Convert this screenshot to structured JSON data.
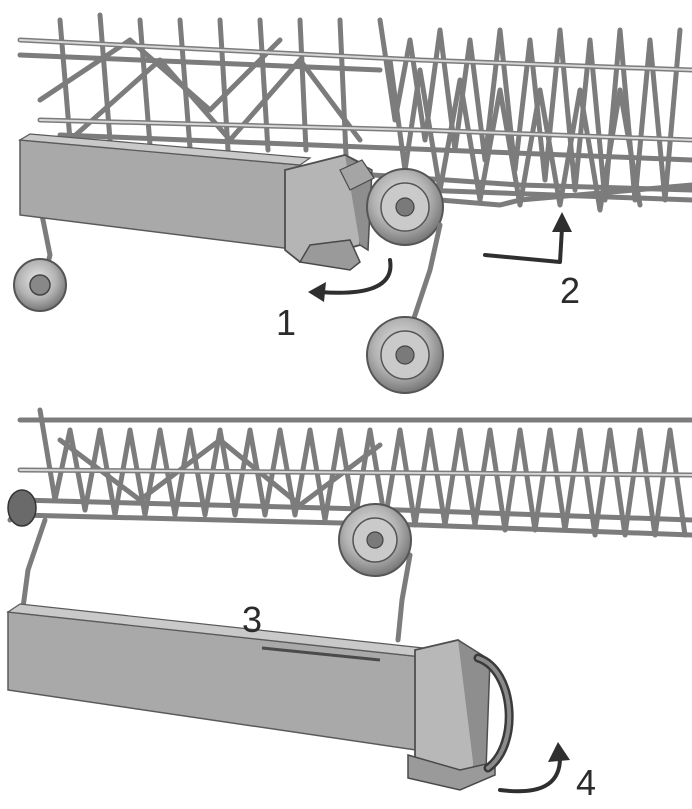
{
  "panels": [
    {
      "id": "top",
      "steps": [
        "1",
        "2"
      ]
    },
    {
      "id": "bottom",
      "steps": [
        "3",
        "4"
      ]
    }
  ]
}
